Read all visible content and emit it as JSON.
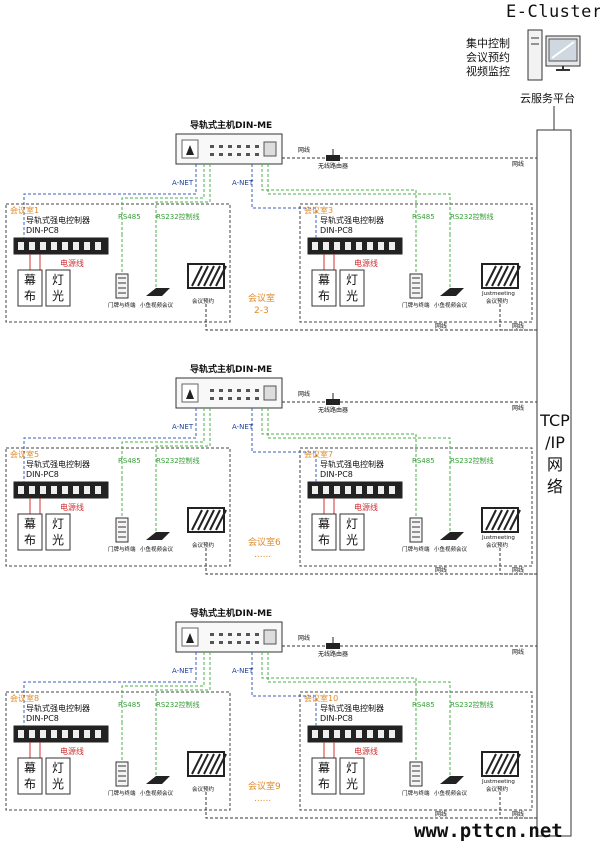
{
  "header": {
    "title": "E-Cluster"
  },
  "platform": {
    "lines": [
      "集中控制",
      "会议预约",
      "视频监控"
    ],
    "cloud_label": "云服务平台"
  },
  "network": {
    "tcp_lines": [
      "TCP",
      "/IP",
      "网",
      "络"
    ],
    "net_line": "网线"
  },
  "groups": [
    {
      "host": "导轨式主机DIN-ME",
      "router": "无线路由器",
      "left_room": "会议室1",
      "right_room": "会议室3",
      "middle_room": "会议室",
      "middle_sub": "2-3"
    },
    {
      "host": "导轨式主机DIN-ME",
      "router": "无线路由器",
      "left_room": "会议室5",
      "right_room": "会议室7",
      "middle_room": "会议室6",
      "middle_sub": "......"
    },
    {
      "host": "导轨式主机DIN-ME",
      "router": "无线路由器",
      "left_room": "会议室8",
      "right_room": "会议室10",
      "middle_room": "会议室9",
      "middle_sub": "......"
    }
  ],
  "room": {
    "controller": "导轨式强电控制器",
    "model": "DIN-PC8",
    "rs485": "RS485",
    "rs232": "RS232控制线",
    "power": "电源线",
    "curtain": [
      "幕",
      "布"
    ],
    "light": [
      "灯",
      "光"
    ],
    "panel": "门牌与终端",
    "video": "小鱼视频会议",
    "booking": "会议预约",
    "justmeeting": "Justmeeting",
    "anet": "A-NET"
  },
  "watermark": "www.pttcn.net"
}
